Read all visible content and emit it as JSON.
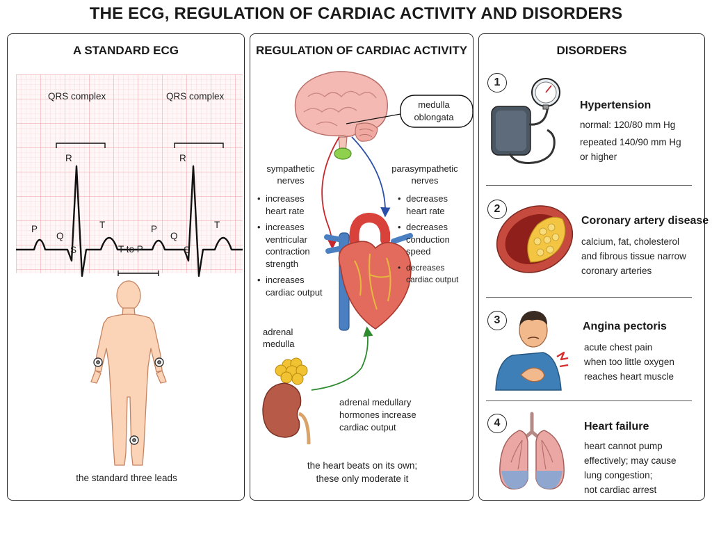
{
  "title": "THE ECG, REGULATION OF CARDIAC ACTIVITY AND DISORDERS",
  "ecg_panel": {
    "title": "A STANDARD ECG",
    "qrs_labels": [
      "QRS complex",
      "QRS complex"
    ],
    "wave_labels": {
      "p1": "P",
      "r1": "R",
      "q1": "Q",
      "s1": "S",
      "t1": "T",
      "p2": "P",
      "r2": "R",
      "q2": "Q",
      "s2": "S",
      "t2": "T"
    },
    "interval_label": "T to P",
    "leads_caption": "the standard three leads"
  },
  "regulation_panel": {
    "title": "REGULATION OF CARDIAC ACTIVITY",
    "medulla_label": [
      "medulla",
      "oblongata"
    ],
    "sympathetic_title": [
      "sympathetic",
      "nerves"
    ],
    "sympathetic_effects": [
      [
        "increases",
        "heart rate"
      ],
      [
        "increases",
        "ventricular",
        "contraction",
        "strength"
      ],
      [
        "increases",
        "cardiac output"
      ]
    ],
    "parasympathetic_title": [
      "parasympathetic",
      "nerves"
    ],
    "parasympathetic_effects": [
      [
        "decreases",
        "heart rate"
      ],
      [
        "decreases",
        "conduction",
        "speed"
      ],
      [
        "decreases",
        "cardiac output"
      ]
    ],
    "adrenal_label": [
      "adrenal",
      "medulla"
    ],
    "hormone_text": [
      "adrenal medullary",
      "hormones increase",
      "cardiac output"
    ],
    "bottom_note": [
      "the heart beats on its own;",
      "these only moderate it"
    ],
    "colors": {
      "sympathetic": "#c8282d",
      "parasympathetic": "#2b4fa8",
      "hormonal": "#2e8b2e"
    }
  },
  "disorders_panel": {
    "title": "DISORDERS",
    "items": [
      {
        "number": "1",
        "title": "Hypertension",
        "lines": [
          "normal: 120/80 mm Hg",
          "repeated 140/90 mm Hg",
          "or higher"
        ],
        "icon": "blood-pressure-cuff-icon"
      },
      {
        "number": "2",
        "title": "Coronary artery disease",
        "lines": [
          "calcium, fat, cholesterol",
          "and fibrous tissue narrow",
          "coronary arteries"
        ],
        "icon": "plaque-artery-icon"
      },
      {
        "number": "3",
        "title": "Angina pectoris",
        "lines": [
          "acute chest pain",
          "when too little oxygen",
          "reaches heart muscle"
        ],
        "icon": "chest-pain-person-icon"
      },
      {
        "number": "4",
        "title": "Heart failure",
        "lines": [
          "heart cannot pump",
          "effectively; may cause",
          "lung congestion;",
          "not cardiac arrest"
        ],
        "icon": "congested-lungs-icon"
      }
    ]
  }
}
